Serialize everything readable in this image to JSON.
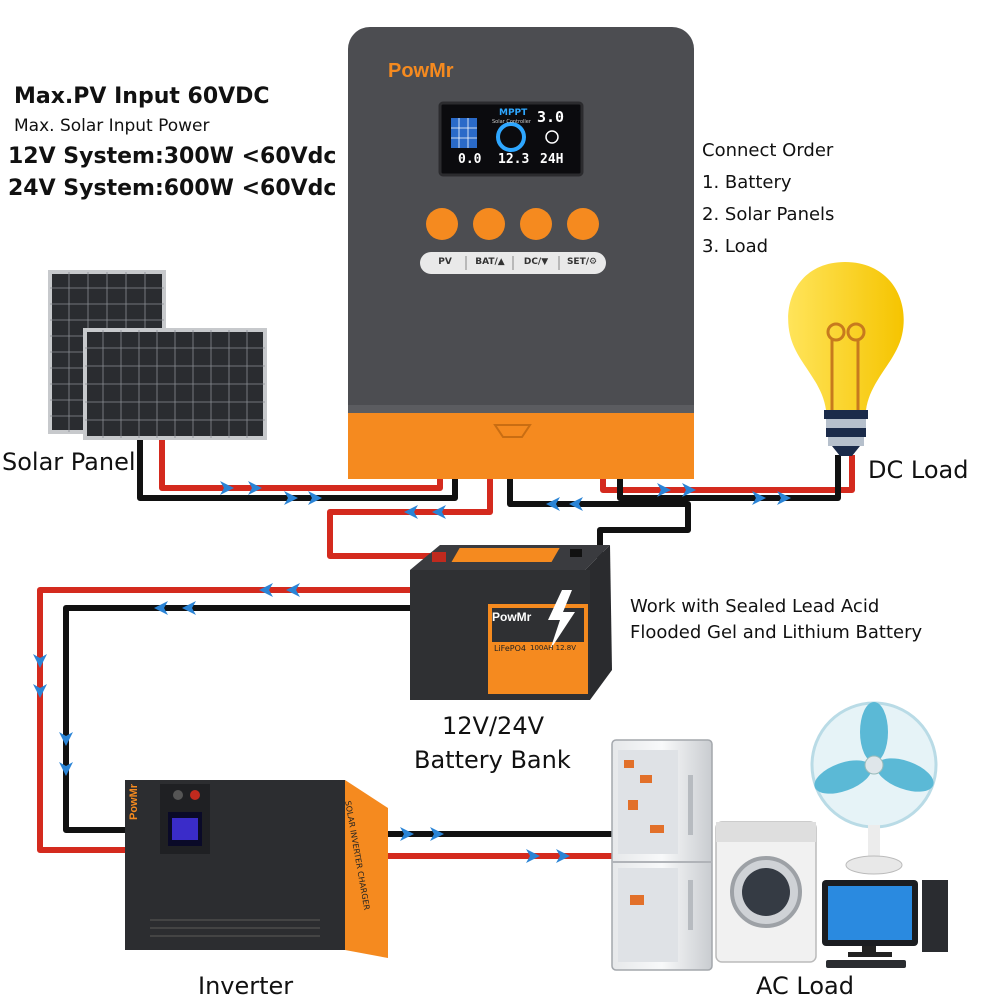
{
  "specs": {
    "max_pv": "Max.PV Input 60VDC",
    "solar_power": "Max. Solar Input Power",
    "sys12": "12V System:300W <60Vdc",
    "sys24": "24V System:600W <60Vdc"
  },
  "connect_order": {
    "title": "Connect Order",
    "items": [
      "1. Battery",
      "2. Solar Panels",
      "3. Load"
    ]
  },
  "controller": {
    "brand": "PowMr",
    "lcd": {
      "mppt": "MPPT",
      "sub": "Solar Controller",
      "v1": "3.0",
      "v2": "0.0",
      "v3": "12.3",
      "v4": "24H"
    },
    "keys": [
      "PV",
      "BAT/▲",
      "DC/▼",
      "SET/⚙"
    ]
  },
  "labels": {
    "solar_panel": "Solar Panel",
    "dc_load": "DC Load",
    "battery_note_1": "Work with Sealed Lead Acid",
    "battery_note_2": "Flooded Gel and Lithium Battery",
    "battery_bank_1": "12V/24V",
    "battery_bank_2": "Battery Bank",
    "inverter": "Inverter",
    "ac_load": "AC Load"
  },
  "battery": {
    "brand": "PowMr",
    "type": "LiFePO4",
    "rating": "100AH 12.8V"
  },
  "inverter": {
    "brand": "PowMr",
    "side": "SOLAR INVERTER CHARGER"
  },
  "colors": {
    "orange": "#f58a1f",
    "charcoal": "#4a4b4f",
    "wire_red": "#d42a1e",
    "wire_black": "#111111",
    "arrow": "#2a84d6"
  }
}
